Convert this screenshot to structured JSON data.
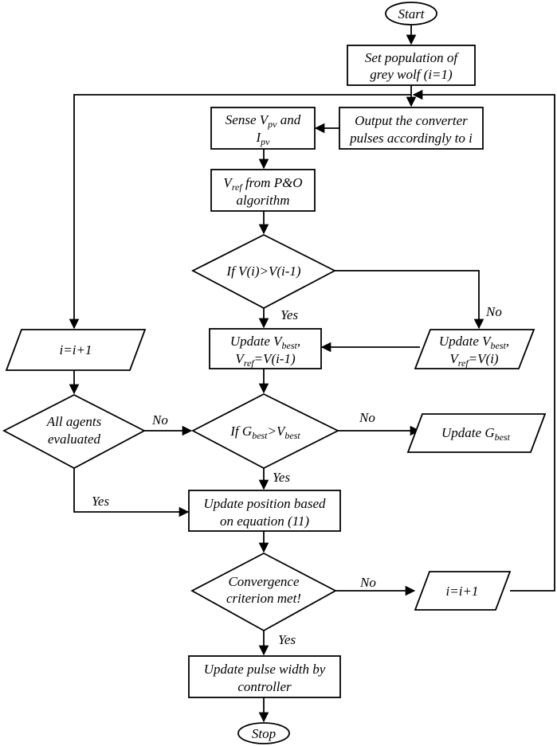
{
  "nodes": {
    "start": "Start",
    "set_population": [
      "Set population of",
      "grey wolf (i=1)"
    ],
    "output_pulses": [
      "Output the converter",
      "pulses accordingly to i"
    ],
    "sense": {
      "l1_a": "Sense V",
      "l1_sub": "pv",
      "l1_b": " and",
      "l2_a": "I",
      "l2_sub": "pv"
    },
    "vref_po": {
      "l1_a": "V",
      "l1_sub": "ref",
      "l1_b": " from P&O",
      "l2": "algorithm"
    },
    "decision_v": "If V(i)>V(i-1)",
    "update_vbest_left": {
      "l1_a": "Update V",
      "l1_sub": "best",
      "l1_b": ",",
      "l2_a": "V",
      "l2_sub": "ref",
      "l2_b": "=V(i-1)"
    },
    "update_vbest_right": {
      "l1_a": "Update V",
      "l1_sub": "best",
      "l1_b": ",",
      "l2_a": "V",
      "l2_sub": "ref",
      "l2_b": "=V(i)"
    },
    "increment_left": "i=i+1",
    "all_agents": [
      "All agents",
      "evaluated"
    ],
    "decision_g": {
      "a": "If G",
      "sub1": "best",
      "b": ">V",
      "sub2": "best"
    },
    "update_gbest": {
      "a": "Update G",
      "sub": "best"
    },
    "update_position": [
      "Update position based",
      "on equation (11)"
    ],
    "convergence": [
      "Convergence",
      "criterion met!"
    ],
    "increment_right": "i=i+1",
    "update_pulse": [
      "Update pulse width by",
      "controller"
    ],
    "stop": "Stop"
  },
  "edge_labels": {
    "v_yes": "Yes",
    "v_no": "No",
    "g_no": "No",
    "g_yes": "Yes",
    "agents_no": "No",
    "agents_yes": "Yes",
    "conv_no": "No",
    "conv_yes": "Yes"
  }
}
